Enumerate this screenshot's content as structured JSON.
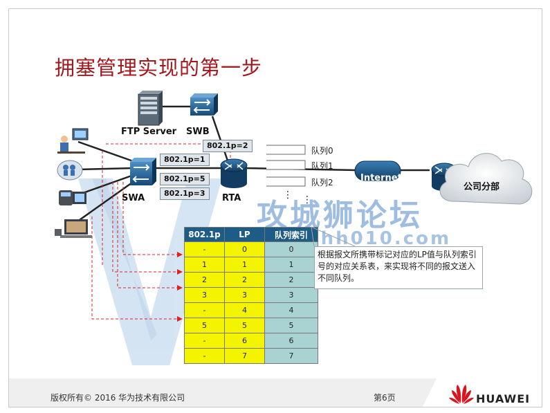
{
  "title": "拥塞管理实现的第一步",
  "devices": {
    "ftp_server": "FTP Server",
    "swb": "SWB",
    "swa": "SWA",
    "rta": "RTA",
    "internet": "Internet",
    "branch": "公司分部"
  },
  "tags": [
    "802.1p=2",
    "802.1p=1",
    "802.1p=5",
    "802.1p=3"
  ],
  "queues": [
    "队列0",
    "队列1",
    "队列2"
  ],
  "table": {
    "headers": [
      "802.1p",
      "LP",
      "队列索引"
    ],
    "rows": [
      [
        "-",
        "0",
        "0"
      ],
      [
        "1",
        "1",
        "1"
      ],
      [
        "2",
        "2",
        "2"
      ],
      [
        "3",
        "3",
        "3"
      ],
      [
        "-",
        "4",
        "4"
      ],
      [
        "5",
        "5",
        "5"
      ],
      [
        "-",
        "6",
        "6"
      ],
      [
        "-",
        "7",
        "7"
      ]
    ]
  },
  "note": "根据报文所携带标记对应的LP值与队列索引号的对应关系表，来实现将不同的报文送入不同队列。",
  "watermark": {
    "main": "攻城狮论坛",
    "sub": "bbs.hh010.com"
  },
  "footer": {
    "copyright": "版权所有© 2016 华为技术有限公司",
    "page": "第6页",
    "brand": "HUAWEI"
  },
  "colors": {
    "title": "#a3181c",
    "table_header": "#1e5c88",
    "table_yellow": "#f4f400",
    "table_teal": "#a9d3d2",
    "arrow_red": "#e02020",
    "device_blue": "#1f5d8c"
  }
}
